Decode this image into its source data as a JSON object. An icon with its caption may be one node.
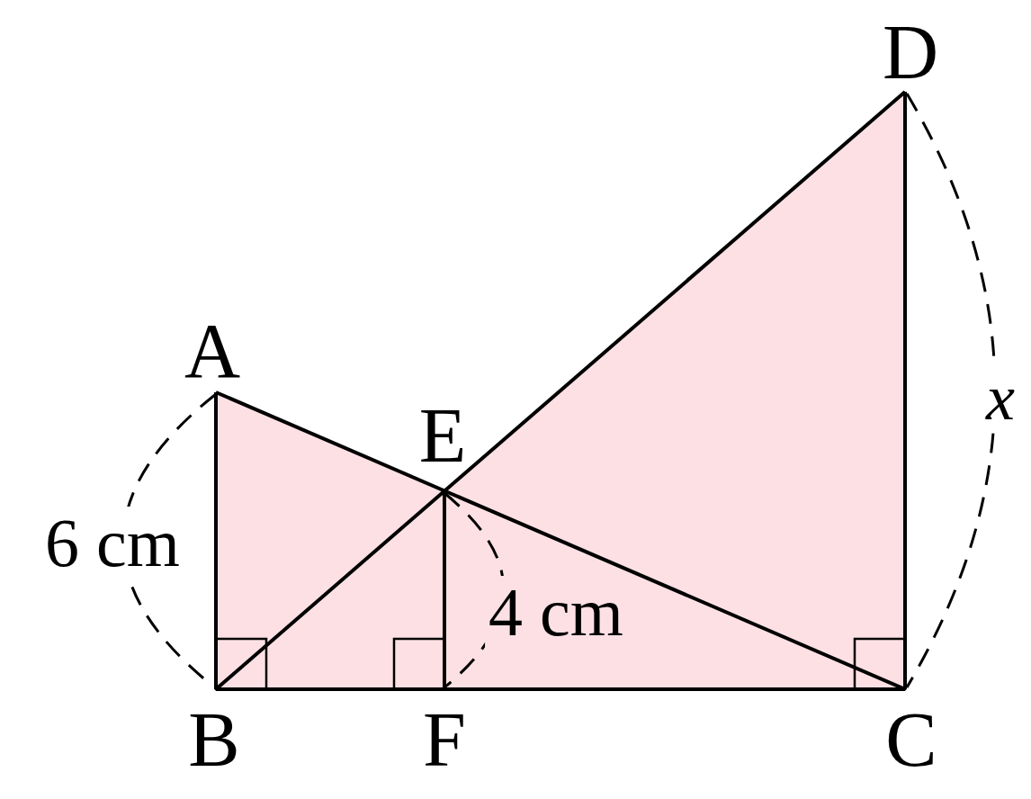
{
  "diagram": {
    "labels": [
      "D",
      "A",
      "E",
      "x",
      "6 cm",
      "4 cm",
      "B",
      "F",
      "C"
    ]
  }
}
